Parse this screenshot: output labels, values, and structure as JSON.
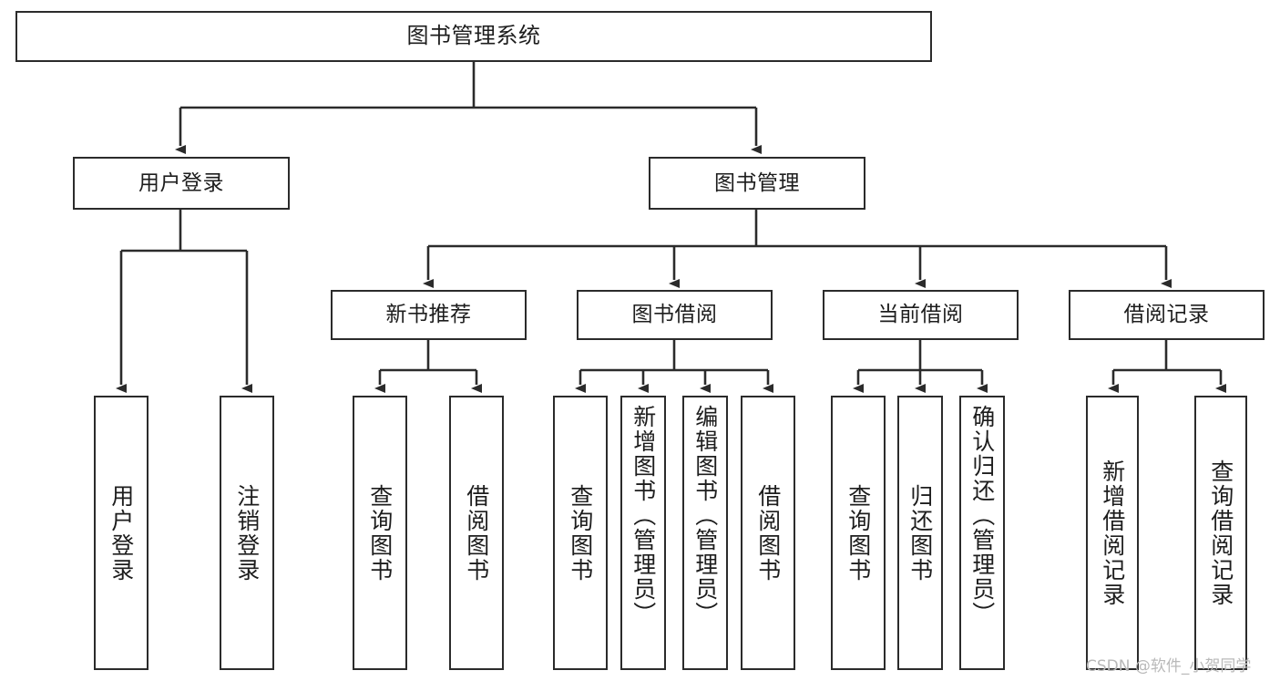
{
  "diagram": {
    "type": "tree-hierarchy",
    "title": "图书管理系统",
    "watermark": "CSDN @软件_小贺同学",
    "colors": {
      "box_border": "#2b2b2b",
      "box_fill": "#ffffff",
      "connector": "#2b2b2b",
      "text": "#1d1d1d",
      "watermark": "#b9b9b9",
      "background": "#ffffff"
    },
    "root": {
      "label": "图书管理系统"
    },
    "level1": [
      {
        "id": "user-login",
        "label": "用户登录"
      },
      {
        "id": "book-manage",
        "label": "图书管理"
      }
    ],
    "level2": [
      {
        "id": "new-book-rec",
        "label": "新书推荐",
        "parent": "book-manage"
      },
      {
        "id": "book-borrow",
        "label": "图书借阅",
        "parent": "book-manage"
      },
      {
        "id": "current-borrow",
        "label": "当前借阅",
        "parent": "book-manage"
      },
      {
        "id": "borrow-record",
        "label": "借阅记录",
        "parent": "book-manage"
      }
    ],
    "leaves": {
      "user-login": [
        {
          "id": "leaf-user-login",
          "label": "用户登录"
        },
        {
          "id": "leaf-user-logout",
          "label": "注销登录"
        }
      ],
      "new-book-rec": [
        {
          "id": "leaf-query-book-1",
          "label": "查询图书"
        },
        {
          "id": "leaf-borrow-book-1",
          "label": "借阅图书"
        }
      ],
      "book-borrow": [
        {
          "id": "leaf-query-book-2",
          "label": "查询图书"
        },
        {
          "id": "leaf-add-book",
          "label": "新增图书（管理员）"
        },
        {
          "id": "leaf-edit-book",
          "label": "编辑图书（管理员）"
        },
        {
          "id": "leaf-borrow-book-2",
          "label": "借阅图书"
        }
      ],
      "current-borrow": [
        {
          "id": "leaf-query-book-3",
          "label": "查询图书"
        },
        {
          "id": "leaf-return-book",
          "label": "归还图书"
        },
        {
          "id": "leaf-confirm-return",
          "label": "确认归还（管理员）"
        }
      ],
      "borrow-record": [
        {
          "id": "leaf-add-record",
          "label": "新增借阅记录"
        },
        {
          "id": "leaf-query-record",
          "label": "查询借阅记录"
        }
      ]
    }
  }
}
